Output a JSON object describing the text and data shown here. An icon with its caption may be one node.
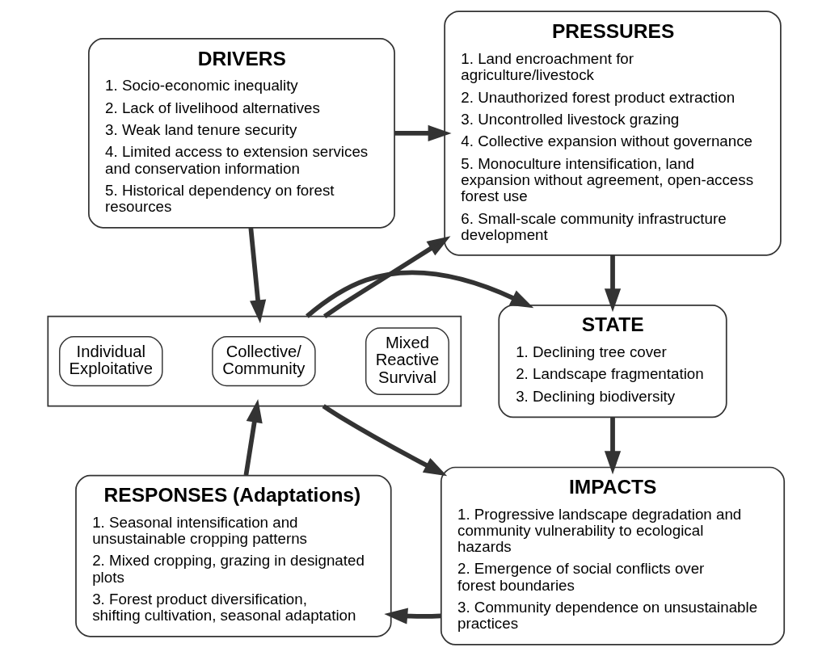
{
  "diagram": {
    "nodes": [
      {
        "text": [
          "DRIVERS",
          "1. Socio-economic inequality",
          "2. Lack of livelihood alternatives",
          "3. Weak land tenure security",
          "4. Limited access to extension services and conservation information",
          "5. Historical dependency on forest resources"
        ]
      },
      {
        "text": [
          "PRESSURES",
          "1. Land encroachment for agriculture/livestock",
          "2. Unauthorized forest product extraction",
          "3. Uncontrolled livestock grazing",
          "4. Collective expansion without governance",
          "5. Monoculture intensification, land expansion without agreement, open-access forest use",
          "6. Small-scale community infrastructure development"
        ]
      },
      {
        "text": [
          "STATE",
          "1. Declining tree cover",
          "2. Landscape fragmentation",
          "3. Declining biodiversity"
        ]
      },
      {
        "text": [
          "IMPACTS",
          "1. Progressive landscape degradation and community vulnerability to ecological hazards",
          "2. Emergence of social conflicts over forest boundaries",
          "3. Community dependence on unsustainable practices"
        ]
      },
      {
        "text": [
          "RESPONSES (Adaptations)",
          "1. Seasonal intensification and unsustainable cropping patterns",
          "2. Mixed cropping, grazing in designated plots",
          "3. Forest product diversification, shifting cultivation, seasonal adaptation"
        ]
      },
      {
        "text": [],
        "shape": "box"
      },
      {
        "text": [
          "Individual Exploitative"
        ],
        "in": 5
      },
      {
        "text": [
          "Collective/ Community"
        ],
        "in": 5
      },
      {
        "text": [
          "Mixed Reactive Survival"
        ],
        "in": 5
      }
    ],
    "edges": [
      {
        "from": 0,
        "to": 1,
        "arrow": "to"
      },
      {
        "from": 0,
        "to": 5,
        "arrow": "to"
      },
      {
        "from": 1,
        "to": 2,
        "arrow": "to"
      },
      {
        "from": 5,
        "to": 1,
        "arrow": "to"
      },
      {
        "from": 5,
        "to": 2,
        "arrow": "to"
      },
      {
        "from": 5,
        "to": 3,
        "arrow": "to"
      },
      {
        "from": 2,
        "to": 3,
        "arrow": "to"
      },
      {
        "from": 3,
        "to": 4,
        "arrow": "to"
      },
      {
        "from": 4,
        "to": 5,
        "arrow": "to"
      }
    ]
  }
}
